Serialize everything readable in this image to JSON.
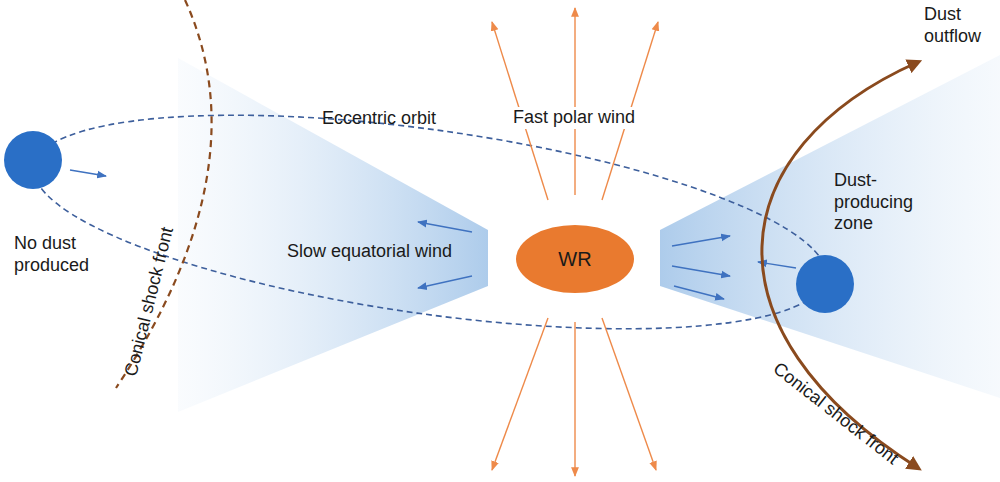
{
  "diagram": {
    "nodes": [
      {
        "text": [
          "WR"
        ]
      }
    ],
    "labels": [
      "Eccentric orbit",
      "Fast polar wind",
      "Dust outflow",
      "Dust- producing zone",
      "No dust produced",
      "Slow equatorial wind",
      "Conical shock front",
      "Conical shock front"
    ]
  }
}
